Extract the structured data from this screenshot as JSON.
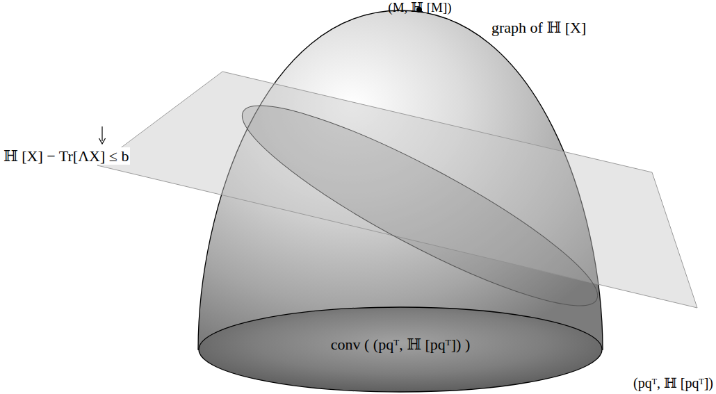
{
  "diagram": {
    "nodes": [
      {
        "text": [
          "conv ( (pqᵀ, ℍ [pqᵀ]) )"
        ]
      }
    ],
    "labels": [
      "(M, ℍ [M])",
      "graph of ℍ [X]",
      "ℍ [X] − Tr[ΛX] ≤ b",
      "(pqᵀ, ℍ [pqᵀ])"
    ]
  }
}
